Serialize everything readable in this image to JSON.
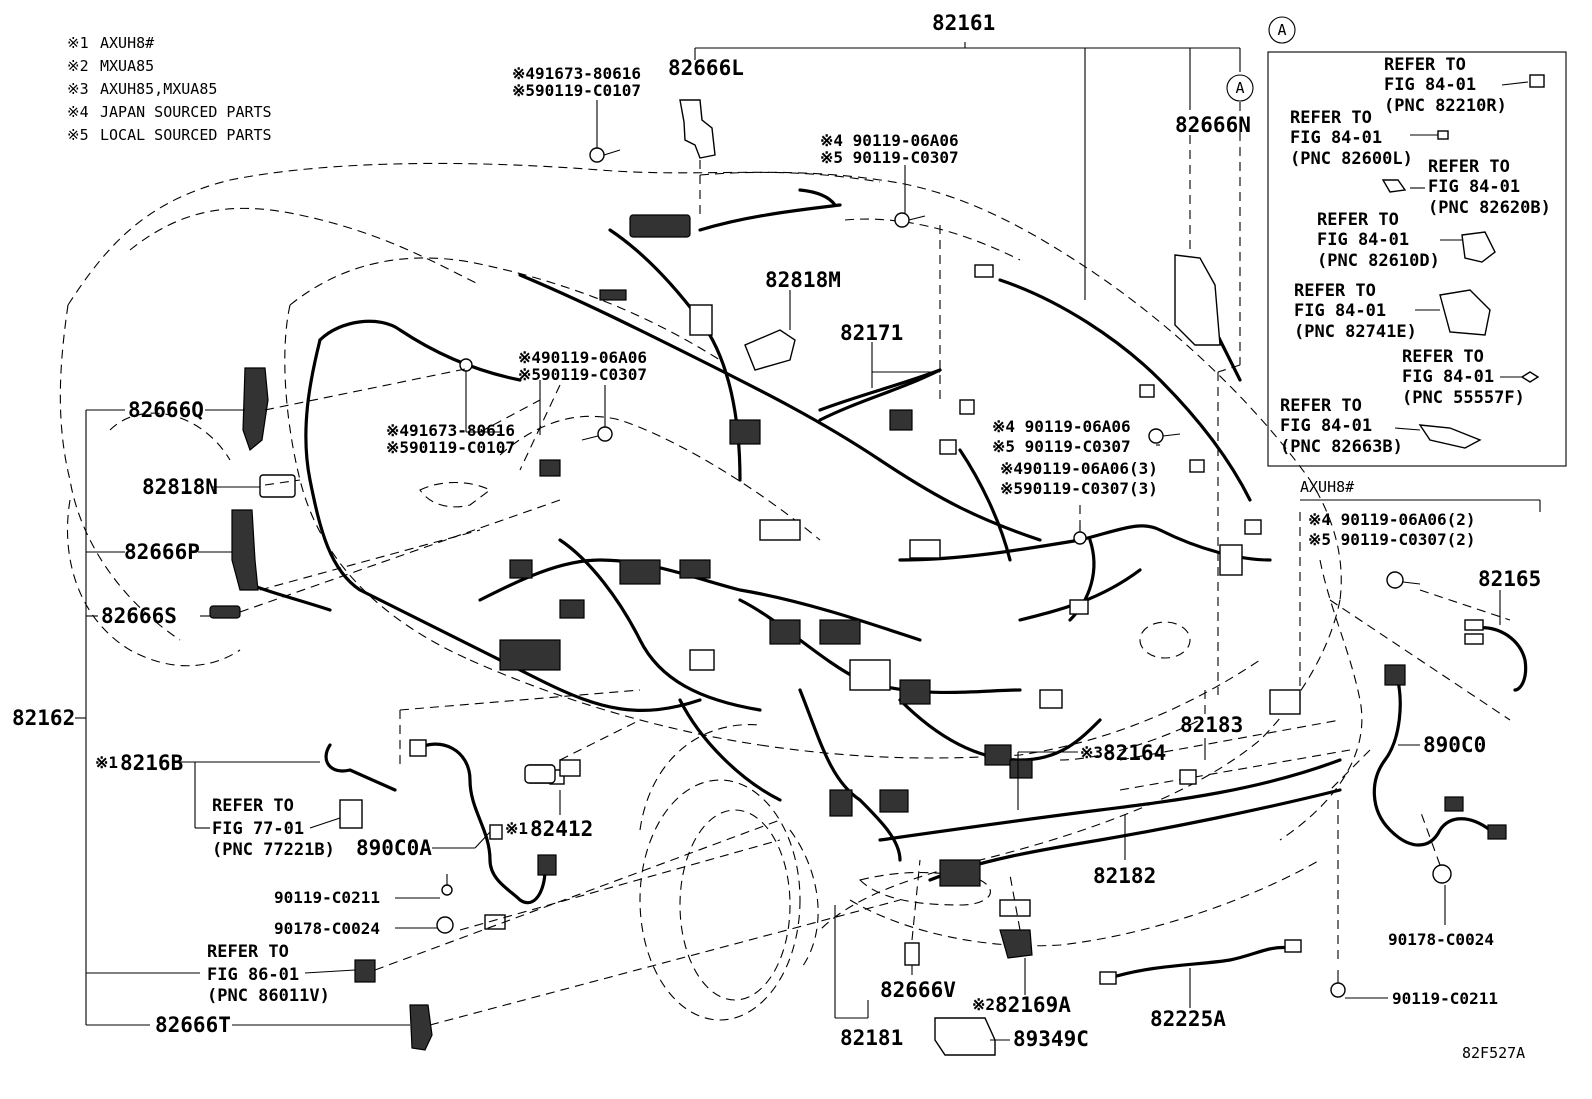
{
  "diagram_id": "82F527A",
  "callout_marker": "A",
  "notes": [
    {
      "mark": "※1",
      "text": "AXUH8#"
    },
    {
      "mark": "※2",
      "text": "MXUA85"
    },
    {
      "mark": "※3",
      "text": "AXUH85,MXUA85"
    },
    {
      "mark": "※4",
      "text": "JAPAN SOURCED PARTS"
    },
    {
      "mark": "※5",
      "text": "LOCAL SOURCED PARTS"
    }
  ],
  "parts": {
    "p82161": "82161",
    "p82162": "82162",
    "p82666L": "82666L",
    "p82666N": "82666N",
    "p82666Q": "82666Q",
    "p82818N": "82818N",
    "p82666P": "82666P",
    "p82666S": "82666S",
    "p82818M": "82818M",
    "p82171": "82171",
    "p8216B": "8216B",
    "p890C0A": "890C0A",
    "p82412": "82412",
    "p82164": "82164",
    "p82183": "82183",
    "p82182": "82182",
    "p890C0": "890C0",
    "p82165": "82165",
    "p82666T": "82666T",
    "p82666V": "82666V",
    "p82181": "82181",
    "p82169A": "82169A",
    "p89349C": "89349C",
    "p82225A": "82225A",
    "p90119C0211a": "90119-C0211",
    "p90178C0024a": "90178-C0024",
    "p90178C0024b": "90178-C0024",
    "p90119C0211b": "90119-C0211"
  },
  "fastener_pairs": {
    "f1": {
      "a": "※491673-80616",
      "b": "※590119-C0107"
    },
    "f2": {
      "a": "※4 90119-06A06",
      "b": "※5 90119-C0307"
    },
    "f3": {
      "a": "※490119-06A06",
      "b": "※590119-C0307"
    },
    "f4": {
      "a": "※491673-80616",
      "b": "※590119-C0107"
    },
    "f5": {
      "a": "※4 90119-06A06",
      "b": "※5 90119-C0307"
    },
    "f6": {
      "a": "※490119-06A06(3)",
      "b": "※590119-C0307(3)"
    },
    "f7": {
      "a": "※4 90119-06A06(2)",
      "b": "※5 90119-C0307(2)"
    }
  },
  "marks": {
    "m8216B": "※1",
    "m82412": "※1",
    "m82164": "※3",
    "m82169A": "※2"
  },
  "axuh_label": "AXUH8#",
  "refer_to_word": "REFER TO",
  "inset_refs": [
    {
      "fig": "FIG 84-01",
      "pnc": "(PNC 82210R)"
    },
    {
      "fig": "FIG 84-01",
      "pnc": "(PNC 82600L)"
    },
    {
      "fig": "FIG 84-01",
      "pnc": "(PNC 82620B)"
    },
    {
      "fig": "FIG 84-01",
      "pnc": "(PNC 82610D)"
    },
    {
      "fig": "FIG 84-01",
      "pnc": "(PNC 82741E)"
    },
    {
      "fig": "FIG 84-01",
      "pnc": "(PNC 55557F)"
    },
    {
      "fig": "FIG 84-01",
      "pnc": "(PNC 82663B)"
    }
  ],
  "main_refs": [
    {
      "fig": "FIG 77-01",
      "pnc": "(PNC 77221B)"
    },
    {
      "fig": "FIG 86-01",
      "pnc": "(PNC 86011V)"
    }
  ]
}
